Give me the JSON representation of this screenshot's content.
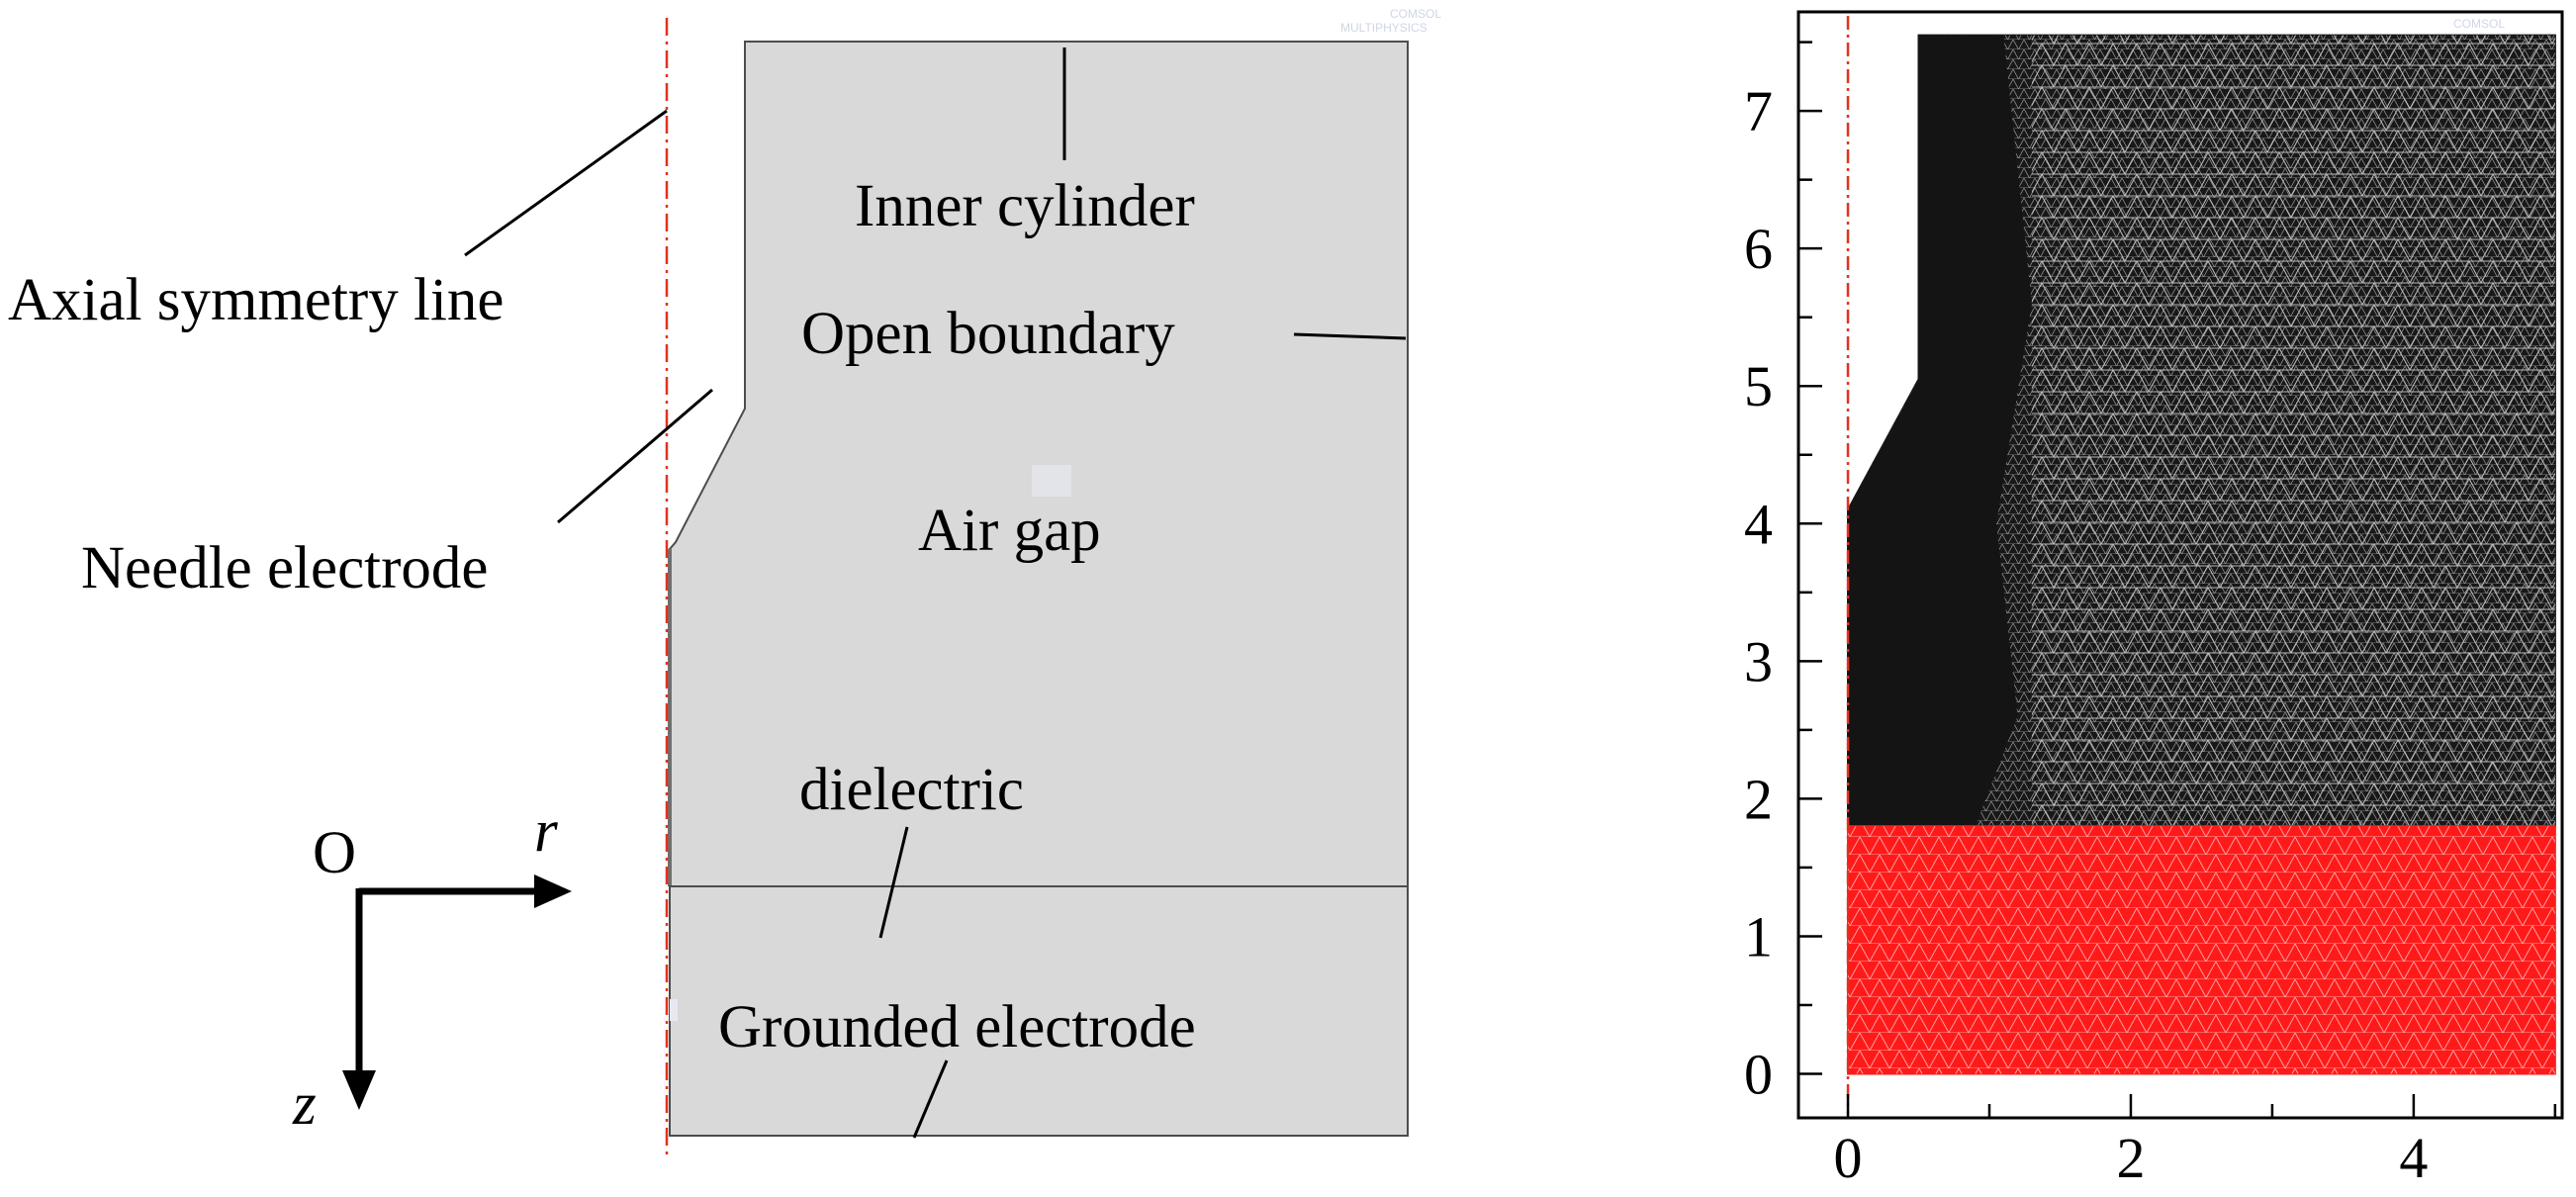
{
  "colors": {
    "domain_fill": "#d9d9d9",
    "domain_stroke": "#4d4d4d",
    "symmetry_line": "#e0321e",
    "mesh_air": "#181818",
    "mesh_dielectric": "#ff1a1a",
    "watermark": "#cfd6e6"
  },
  "watermark": {
    "line1": "COMSOL",
    "line2": "MULTIPHYSICS"
  },
  "geometry_labels": {
    "inner_cylinder": "Inner cylinder",
    "open_boundary": "Open boundary",
    "axial_symmetry_line": "Axial symmetry line",
    "needle_electrode": "Needle electrode",
    "air_gap": "Air gap",
    "dielectric": "dielectric",
    "grounded_electrode": "Grounded electrode"
  },
  "axes_labels": {
    "origin": "O",
    "r_axis": "r",
    "z_axis": "z"
  },
  "mesh_plot": {
    "x_ticks": [
      0,
      2,
      4
    ],
    "y_ticks": [
      0,
      1,
      2,
      3,
      4,
      5,
      6,
      7
    ],
    "x_range": [
      -0.35,
      5.05
    ],
    "y_range": [
      -0.32,
      7.72
    ],
    "regions": {
      "dielectric": {
        "r": [
          0,
          5
        ],
        "z": [
          0,
          1.8
        ]
      },
      "air_outline": [
        [
          0,
          1.8
        ],
        [
          5,
          1.8
        ],
        [
          5,
          7.55
        ],
        [
          0.5,
          7.55
        ],
        [
          0.5,
          5.05
        ],
        [
          0,
          4.1
        ]
      ]
    }
  }
}
